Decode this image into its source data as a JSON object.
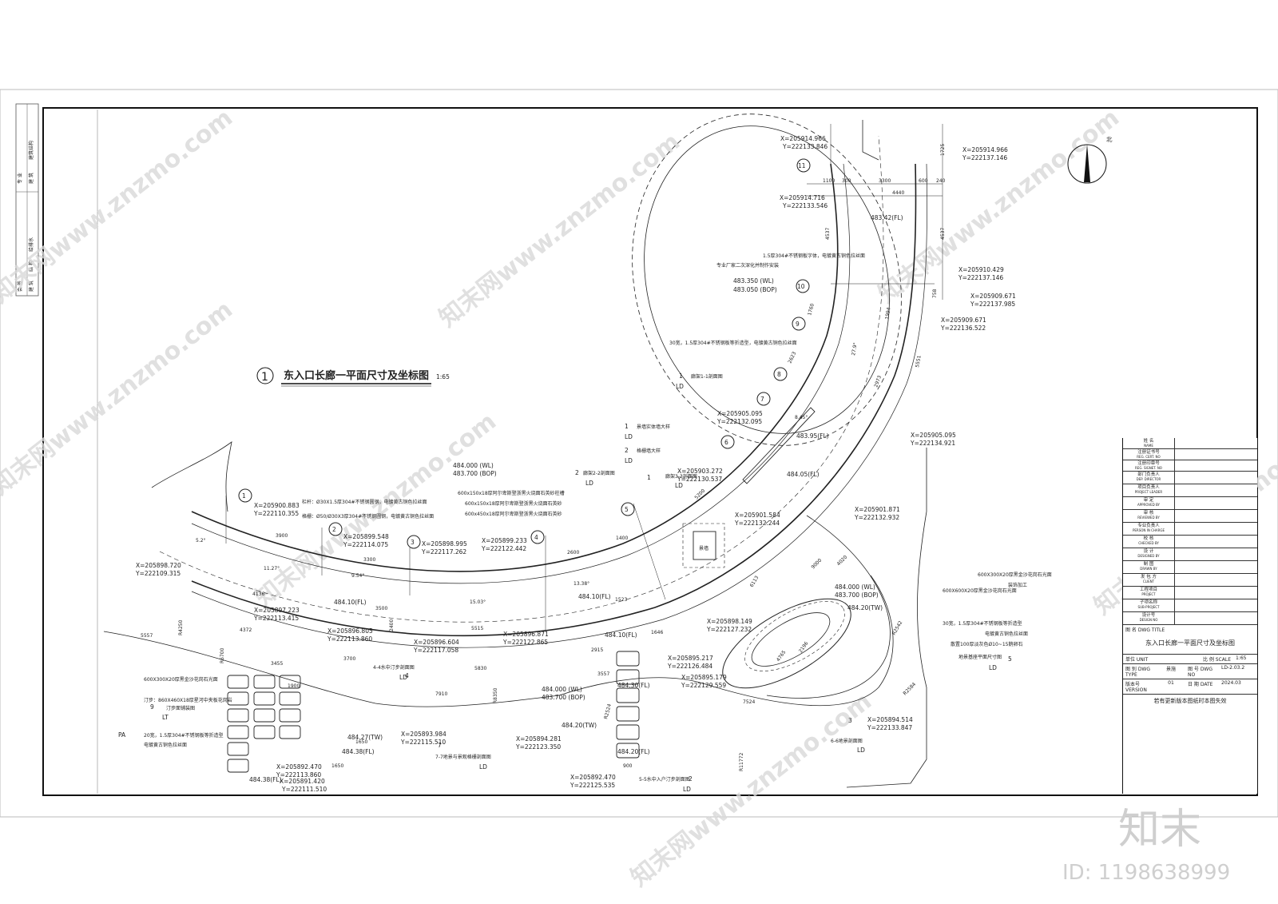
{
  "drawing": {
    "title": "东入口长廊一平面尺寸及坐标图",
    "scale": "1:65",
    "title_number": "1",
    "north_label": "北"
  },
  "left_strip": {
    "upper": [
      "专 业",
      "建 筑",
      "建筑结构"
    ],
    "lower": [
      "会 签",
      "建 筑",
      "结 构",
      "给排水"
    ]
  },
  "axes": [
    {
      "id": "1"
    },
    {
      "id": "2"
    },
    {
      "id": "3"
    },
    {
      "id": "4"
    },
    {
      "id": "5"
    },
    {
      "id": "6"
    },
    {
      "id": "7"
    },
    {
      "id": "8"
    },
    {
      "id": "9"
    },
    {
      "id": "10"
    },
    {
      "id": "11"
    }
  ],
  "coordinates": [
    {
      "x": "X=205914.966",
      "y": "Y=222133.846"
    },
    {
      "x": "X=205914.966",
      "y": "Y=222137.146"
    },
    {
      "x": "X=205914.716",
      "y": "Y=222133.546"
    },
    {
      "x": "X=205910.429",
      "y": "Y=222137.146"
    },
    {
      "x": "X=205909.671",
      "y": "Y=222137.985"
    },
    {
      "x": "X=205909.671",
      "y": "Y=222136.522"
    },
    {
      "x": "X=205905.095",
      "y": "Y=222132.095"
    },
    {
      "x": "X=205905.095",
      "y": "Y=222134.921"
    },
    {
      "x": "X=205903.272",
      "y": "Y=222130.537"
    },
    {
      "x": "X=205901.871",
      "y": "Y=222132.932"
    },
    {
      "x": "X=205901.584",
      "y": "Y=222132.244"
    },
    {
      "x": "X=205900.883",
      "y": "Y=222110.355"
    },
    {
      "x": "X=205898.720",
      "y": "Y=222109.315"
    },
    {
      "x": "X=205899.548",
      "y": "Y=222114.075"
    },
    {
      "x": "X=205898.995",
      "y": "Y=222117.262"
    },
    {
      "x": "X=205899.233",
      "y": "Y=222122.442"
    },
    {
      "x": "X=205897.223",
      "y": "Y=222113.415"
    },
    {
      "x": "X=205896.805",
      "y": "Y=222113.860"
    },
    {
      "x": "X=205896.604",
      "y": "Y=222117.058"
    },
    {
      "x": "X=205896.871",
      "y": "Y=222122.865"
    },
    {
      "x": "X=205898.149",
      "y": "Y=222127.232"
    },
    {
      "x": "X=205895.217",
      "y": "Y=222126.484"
    },
    {
      "x": "X=205895.179",
      "y": "Y=222129.559"
    },
    {
      "x": "X=205894.514",
      "y": "Y=222133.847"
    },
    {
      "x": "X=205894.281",
      "y": "Y=222123.350"
    },
    {
      "x": "X=205893.984",
      "y": "Y=222115.510"
    },
    {
      "x": "X=205892.470",
      "y": "Y=222113.860"
    },
    {
      "x": "X=205892.470",
      "y": "Y=222125.535"
    },
    {
      "x": "X=205891.420",
      "y": "Y=222111.510"
    }
  ],
  "dimensions": [
    "1725",
    "1100",
    "300",
    "3300",
    "600",
    "240",
    "4440",
    "4537",
    "4537",
    "758",
    "1760",
    "1994",
    "2623",
    "2973",
    "5551",
    "5200",
    "3900",
    "3300",
    "2600",
    "1400",
    "4136",
    "3500",
    "5515",
    "5830",
    "1646",
    "1523",
    "6113",
    "4372",
    "3455",
    "3700",
    "7910",
    "5557",
    "900",
    "1900",
    "1650",
    "1650",
    "2400",
    "4765",
    "2196",
    "7524",
    "9000",
    "4020",
    "2915",
    "3557",
    "R8350",
    "R11772",
    "R2524",
    "R2584",
    "R4250",
    "R6700",
    "R2542"
  ],
  "angles": [
    "27.9°",
    "11.27°",
    "9.54°",
    "15.03°",
    "13.38°",
    "5.2°",
    "8.45°"
  ],
  "elevations": [
    "483.42(FL)",
    "483.350 (WL)",
    "483.050 (BOP)",
    "484.000 (WL)",
    "483.700 (BOP)",
    "484.10(FL)",
    "484.10(FL)",
    "484.10(FL)",
    "484.05(FL)",
    "483.95(FL)",
    "484.20(TW)",
    "484.27(TW)",
    "484.38(FL)",
    "484.38(FL)",
    "484.30(FL)",
    "484.20(FL)",
    "484.20(TW)",
    "484.000 (WL)",
    "483.700 (BOP)",
    "484.000 (WL)",
    "483.700 (BOP)"
  ],
  "notes": [
    "1.5厚304#不锈钢板字体，电镀黄古铜色拉丝面",
    "专业厂家二次深化并制作安装",
    "30宽，1.5厚304#不锈钢板等折造型，电镀黄古铜色拉丝面",
    "栏杆：Ø30X1.5厚304#不锈钢圆钢，电镀黄古铜色拉丝面",
    "格栅：Ø50/Ø30X3厚304#不锈钢圆钢，电镀黄古铜色拉丝面",
    "600x150x18厚阿尔卑斯登浙黑火烧面石英砂柱槽",
    "600x150x18厚阿尔卑斯登浙黑火烧面石英砂",
    "600x450x18厚阿尔卑斯登浙黑火烧面石英砂",
    "600X300X20厚黑金沙花岗石光面",
    "装饰加工",
    "600X600X20厚黑金沙花岗石光面",
    "30宽，1.5厚304#不锈钢板等折造型",
    "电镀黄古铜色拉丝面",
    "散置100厚淡灰色Ø10~15鹅卵石",
    "600X300X20厚黑金沙花岗石光面",
    "汀步：860X460X18厚星河中夹板花岗岩",
    "20宽，1.5厚304#不锈钢板等折造型",
    "电镀黄古铜色拉丝面",
    "PA",
    "景墙"
  ],
  "callouts": [
    {
      "num": "1",
      "text": "廊架1-1剖面图",
      "sheet": "LD"
    },
    {
      "num": "1",
      "text": "景墙实体墙大样",
      "sheet": "LD"
    },
    {
      "num": "2",
      "text": "格栅墙大样",
      "sheet": "LD"
    },
    {
      "num": "2",
      "text": "廊架2-2剖面图",
      "sheet": "LD"
    },
    {
      "num": "1",
      "text": "廊架3-3剖面图",
      "sheet": "LD"
    },
    {
      "num": "4",
      "text": "4-4水中汀步剖面图",
      "sheet": "LD"
    },
    {
      "num": "7",
      "text": "7-7地景与景观格栅剖面图",
      "sheet": "LD"
    },
    {
      "num": "2",
      "text": "5-5水中入户汀步剖面图",
      "sheet": "LD"
    },
    {
      "num": "3",
      "text": "6-6地景剖面图",
      "sheet": "LD"
    },
    {
      "num": "5",
      "text": "地景基座平面尺寸图",
      "sheet": "LD"
    },
    {
      "num": "9",
      "text": "汀步面铺装图",
      "sheet": "LT"
    }
  ],
  "title_block": {
    "rows": [
      {
        "cn": "姓 名",
        "en": "NAME"
      },
      {
        "cn": "注册证书号",
        "en": "REG. CERT. NO"
      },
      {
        "cn": "注册印章号",
        "en": "REG. SIGNET. NO"
      },
      {
        "cn": "部门负责人",
        "en": "DEP. DIRECTOR"
      },
      {
        "cn": "项目负责人",
        "en": "PROJECT LEADER"
      },
      {
        "cn": "审 定",
        "en": "APPROVED BY"
      },
      {
        "cn": "审 核",
        "en": "REVIEWED BY"
      },
      {
        "cn": "专业负责人",
        "en": "PERSON IN CHARGE"
      },
      {
        "cn": "校 核",
        "en": "CHECKED BY"
      },
      {
        "cn": "设 计",
        "en": "DESIGNED BY"
      },
      {
        "cn": "制 图",
        "en": "DRAWN BY"
      },
      {
        "cn": "发 包 方",
        "en": "CLIENT"
      },
      {
        "cn": "工程项目",
        "en": "PROJECT"
      },
      {
        "cn": "子项名称",
        "en": "SUB-PROJECT"
      },
      {
        "cn": "设计号",
        "en": "DESIGN NO"
      }
    ],
    "dwg_title_label": "图 名 DWG TITLE",
    "dwg_title": "东入口长廊一平面尺寸及坐标图",
    "unit_label": "单位 UNIT",
    "scale_label": "比 例 SCALE",
    "scale_value": "1:65",
    "type_label": "图 别 DWG TYPE",
    "type_value": "景施",
    "dwg_no_label": "图 号 DWG NO",
    "dwg_no_value": "LD-2.03.2",
    "version_label": "版本号 VERSION",
    "version_value": "01",
    "date_label": "日 期 DATE",
    "date_value": "2024.03",
    "footer": "若有更新版本图纸时本图失效"
  },
  "watermark": {
    "text": "知末网www.znzmo.com",
    "brand": "知末",
    "id": "ID: 1198638999"
  }
}
